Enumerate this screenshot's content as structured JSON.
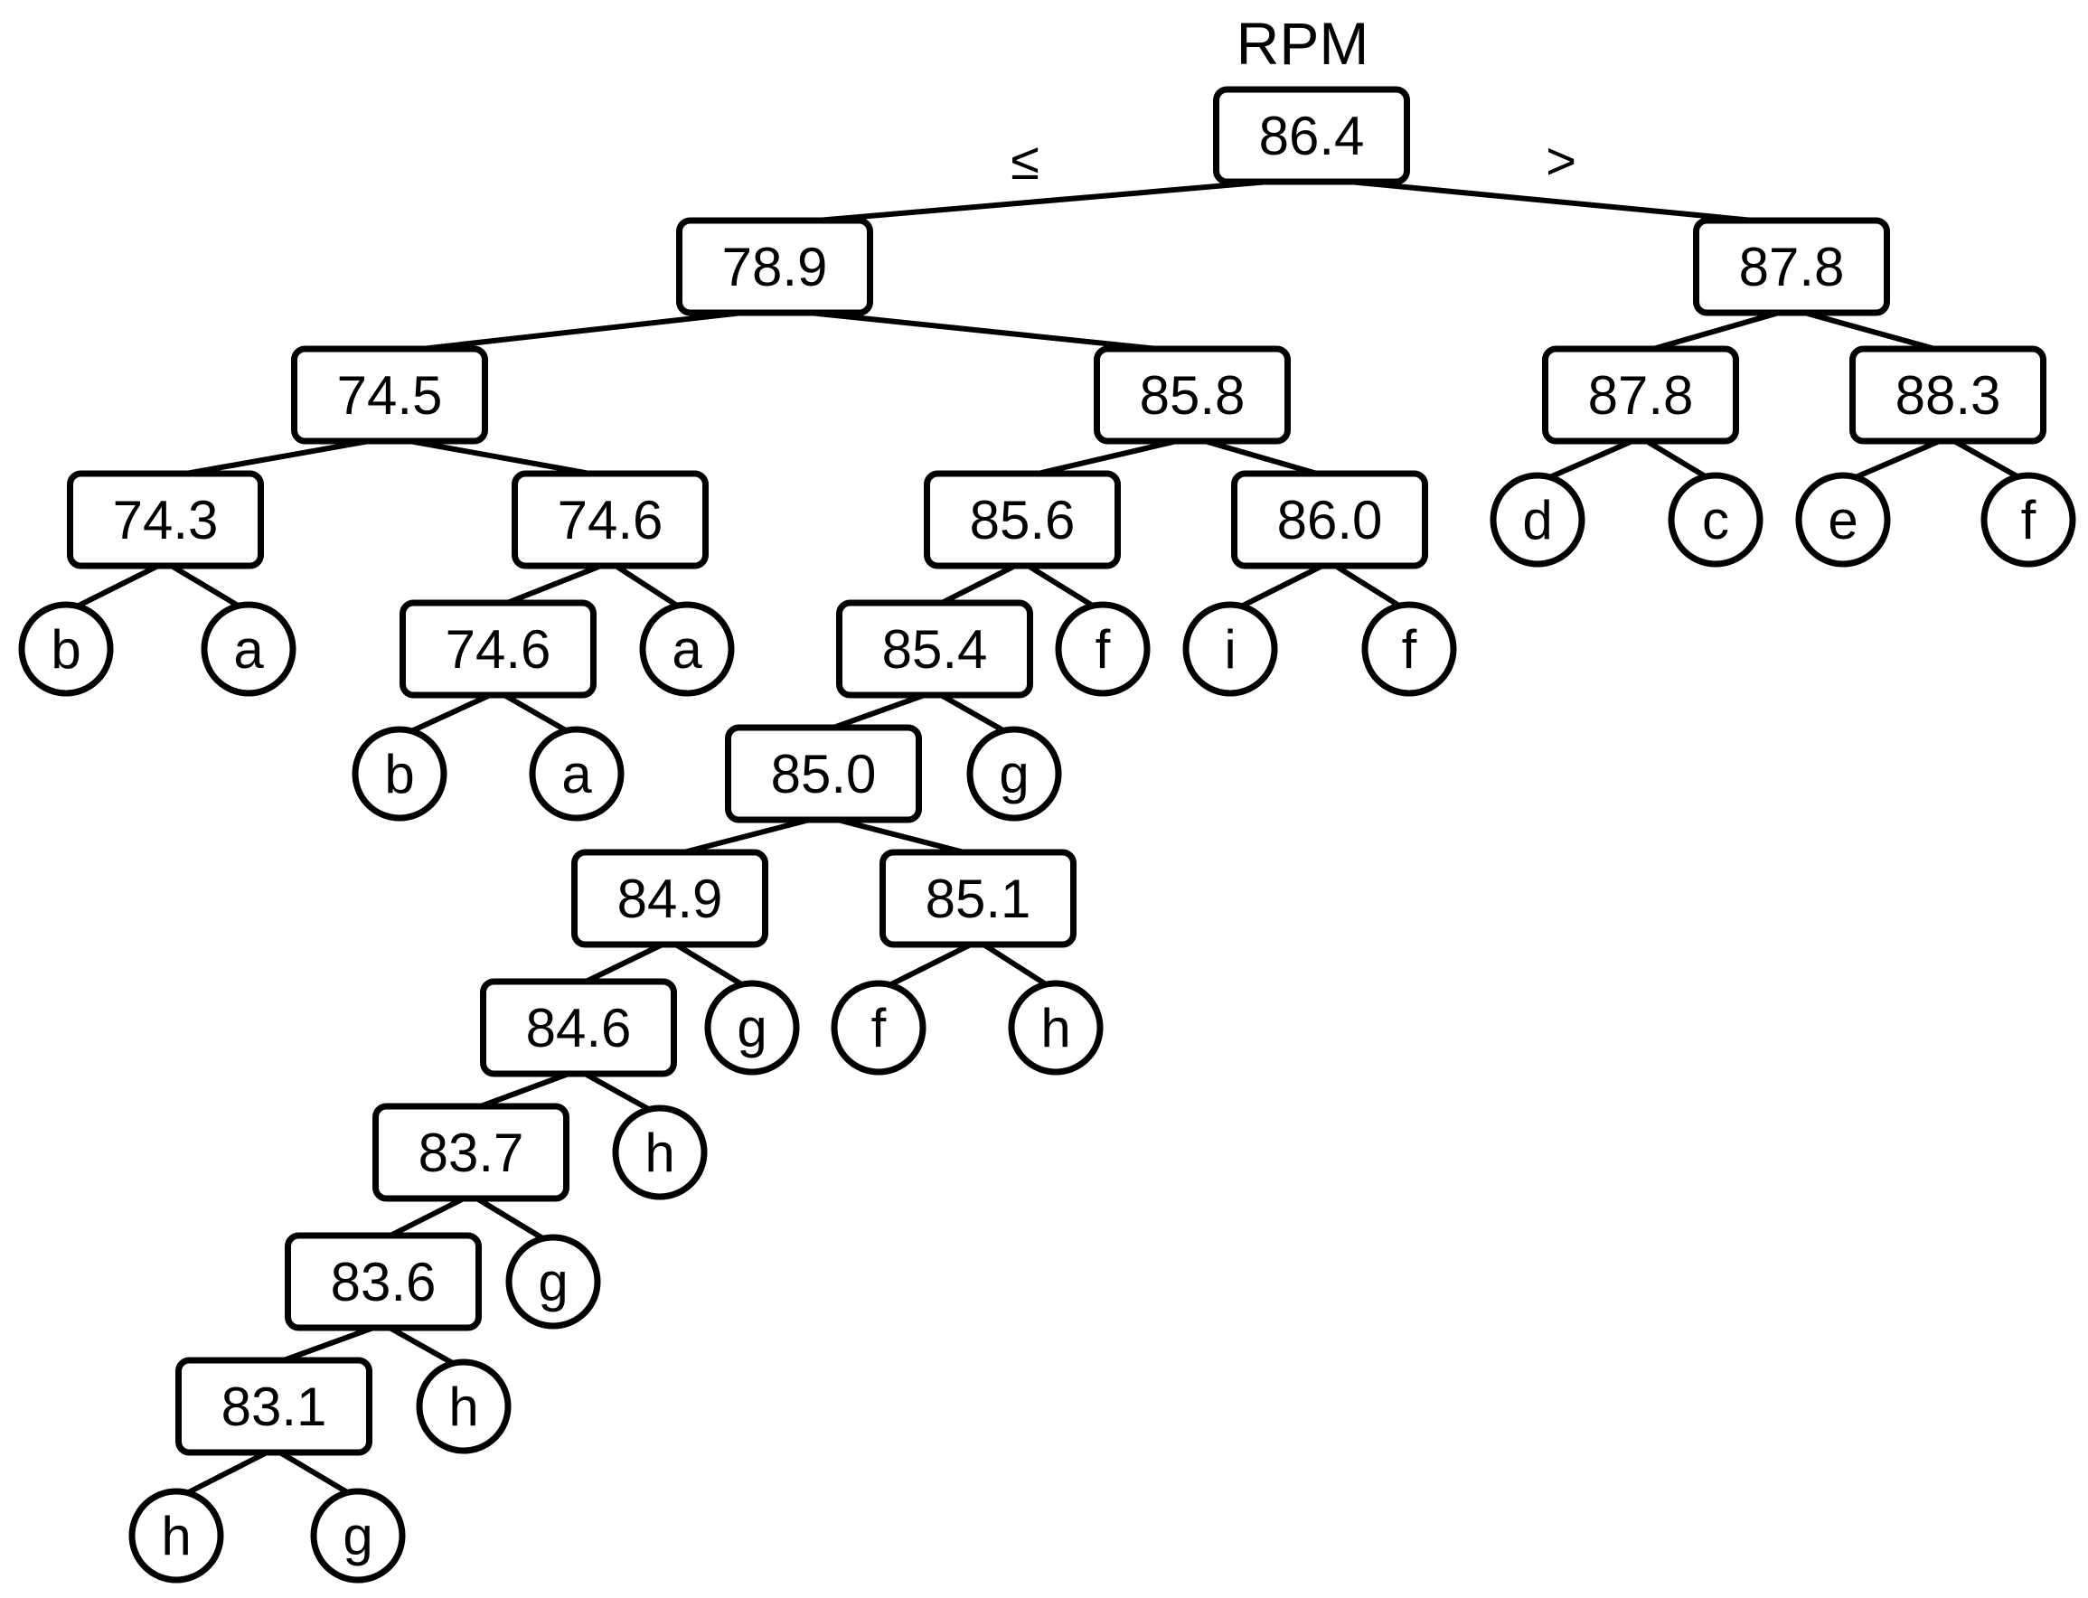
{
  "header": {
    "title": "RPM",
    "left_branch": "≤",
    "right_branch": ">"
  },
  "tree": {
    "root": "n0",
    "nodes": {
      "n0": {
        "label": "86.4",
        "kind": "split",
        "children": [
          "n1",
          "n2"
        ]
      },
      "n1": {
        "label": "78.9",
        "kind": "split",
        "children": [
          "n3",
          "n4"
        ]
      },
      "n2": {
        "label": "87.8",
        "kind": "split",
        "children": [
          "n5",
          "n6"
        ]
      },
      "n3": {
        "label": "74.5",
        "kind": "split",
        "children": [
          "n7",
          "n8"
        ]
      },
      "n4": {
        "label": "85.8",
        "kind": "split",
        "children": [
          "n9",
          "n10"
        ]
      },
      "n5": {
        "label": "87.8",
        "kind": "split",
        "children": [
          "l1",
          "l2"
        ]
      },
      "n6": {
        "label": "88.3",
        "kind": "split",
        "children": [
          "l3",
          "l4"
        ]
      },
      "n7": {
        "label": "74.3",
        "kind": "split",
        "children": [
          "l5",
          "l6"
        ]
      },
      "n8": {
        "label": "74.6",
        "kind": "split",
        "children": [
          "n11",
          "l7"
        ]
      },
      "n9": {
        "label": "85.6",
        "kind": "split",
        "children": [
          "n12",
          "l8"
        ]
      },
      "n10": {
        "label": "86.0",
        "kind": "split",
        "children": [
          "l9",
          "l10"
        ]
      },
      "n11": {
        "label": "74.6",
        "kind": "split",
        "children": [
          "l11",
          "l12"
        ]
      },
      "n12": {
        "label": "85.4",
        "kind": "split",
        "children": [
          "n13",
          "l13"
        ]
      },
      "n13": {
        "label": "85.0",
        "kind": "split",
        "children": [
          "n14",
          "n15"
        ]
      },
      "n14": {
        "label": "84.9",
        "kind": "split",
        "children": [
          "n16",
          "l14"
        ]
      },
      "n15": {
        "label": "85.1",
        "kind": "split",
        "children": [
          "l15",
          "l16"
        ]
      },
      "n16": {
        "label": "84.6",
        "kind": "split",
        "children": [
          "n17",
          "l17"
        ]
      },
      "n17": {
        "label": "83.7",
        "kind": "split",
        "children": [
          "n18",
          "l18"
        ]
      },
      "n18": {
        "label": "83.6",
        "kind": "split",
        "children": [
          "n19",
          "l19"
        ]
      },
      "n19": {
        "label": "83.1",
        "kind": "split",
        "children": [
          "l20",
          "l21"
        ]
      },
      "l1": {
        "label": "d",
        "kind": "leaf"
      },
      "l2": {
        "label": "c",
        "kind": "leaf"
      },
      "l3": {
        "label": "e",
        "kind": "leaf"
      },
      "l4": {
        "label": "f",
        "kind": "leaf"
      },
      "l5": {
        "label": "b",
        "kind": "leaf"
      },
      "l6": {
        "label": "a",
        "kind": "leaf"
      },
      "l7": {
        "label": "a",
        "kind": "leaf"
      },
      "l8": {
        "label": "f",
        "kind": "leaf"
      },
      "l9": {
        "label": "i",
        "kind": "leaf"
      },
      "l10": {
        "label": "f",
        "kind": "leaf"
      },
      "l11": {
        "label": "b",
        "kind": "leaf"
      },
      "l12": {
        "label": "a",
        "kind": "leaf"
      },
      "l13": {
        "label": "g",
        "kind": "leaf"
      },
      "l14": {
        "label": "g",
        "kind": "leaf"
      },
      "l15": {
        "label": "f",
        "kind": "leaf"
      },
      "l16": {
        "label": "h",
        "kind": "leaf"
      },
      "l17": {
        "label": "h",
        "kind": "leaf"
      },
      "l18": {
        "label": "g",
        "kind": "leaf"
      },
      "l19": {
        "label": "h",
        "kind": "leaf"
      },
      "l20": {
        "label": "h",
        "kind": "leaf"
      },
      "l21": {
        "label": "g",
        "kind": "leaf"
      }
    }
  },
  "colors": {
    "stroke": "#000000",
    "fill": "#ffffff",
    "text": "#000000"
  }
}
